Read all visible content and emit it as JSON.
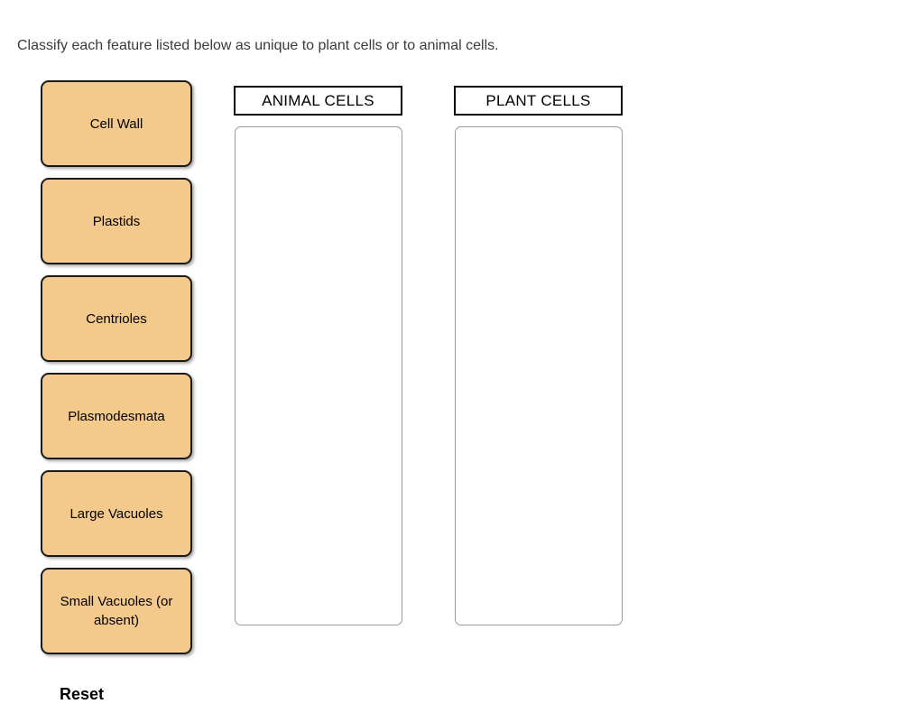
{
  "instructions": "Classify each feature listed below as unique to plant cells or to animal cells.",
  "cards": [
    {
      "label": "Cell Wall"
    },
    {
      "label": "Plastids"
    },
    {
      "label": "Centrioles"
    },
    {
      "label": "Plasmodesmata"
    },
    {
      "label": "Large Vacuoles"
    },
    {
      "label": "Small Vacuoles (or absent)"
    }
  ],
  "bins": [
    {
      "label": "ANIMAL CELLS",
      "items": []
    },
    {
      "label": "PLANT CELLS",
      "items": []
    }
  ],
  "reset_label": "Reset",
  "colors": {
    "card_background": "#f4c98c",
    "card_border": "#1a1a1a",
    "bin_header_border": "#000000",
    "dropzone_border": "#9a9a9a",
    "instructions_text": "#3b3b3b"
  }
}
